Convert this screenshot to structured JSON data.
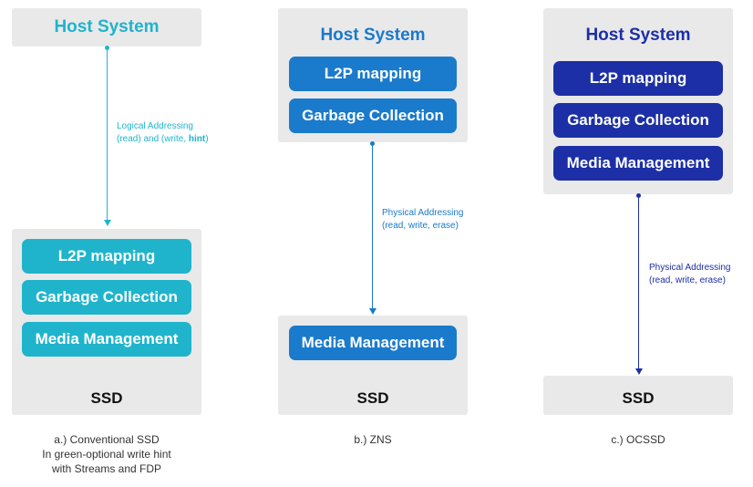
{
  "colors": {
    "conventional": "#1fb4cc",
    "zns": "#1a7acc",
    "ocssd": "#1c2fa6",
    "box_bg": "#e9e9ea"
  },
  "panel_a": {
    "host_title": "Host System",
    "edge_label_line1": "Logical Addressing",
    "edge_label_line2_pre": "(read) and (write, ",
    "edge_label_line2_bold": "hint",
    "edge_label_line2_post": ")",
    "blocks": [
      "L2P mapping",
      "Garbage Collection",
      "Media Management"
    ],
    "ssd_label": "SSD",
    "caption_lines": [
      "a.) Conventional SSD",
      "In green-optional write hint",
      "with Streams and FDP"
    ]
  },
  "panel_b": {
    "host_title": "Host System",
    "host_blocks": [
      "L2P mapping",
      "Garbage Collection"
    ],
    "edge_label_line1": "Physical Addressing",
    "edge_label_line2": "(read, write, erase)",
    "ssd_blocks": [
      "Media Management"
    ],
    "ssd_label": "SSD",
    "caption": "b.) ZNS"
  },
  "panel_c": {
    "host_title": "Host System",
    "host_blocks": [
      "L2P mapping",
      "Garbage Collection",
      "Media Management"
    ],
    "edge_label_line1": "Physical Addressing",
    "edge_label_line2": "(read, write, erase)",
    "ssd_label": "SSD",
    "caption": "c.) OCSSD"
  }
}
